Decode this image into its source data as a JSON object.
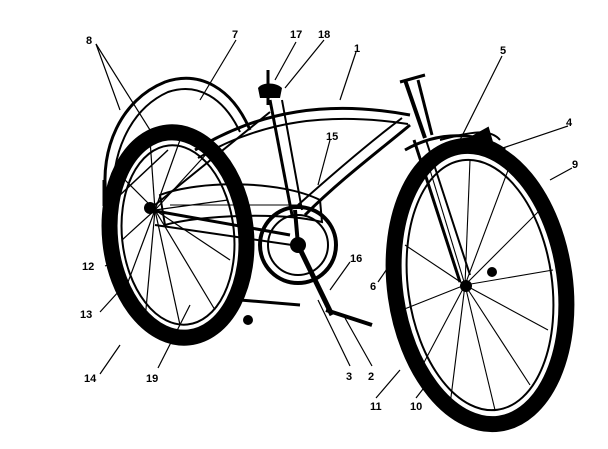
{
  "figure": {
    "subject": "bicycle-parts-diagram",
    "ink_color": "#000000",
    "paper_color": "#ffffff",
    "callouts": [
      {
        "id": "c8",
        "label": "8"
      },
      {
        "id": "c7",
        "label": "7"
      },
      {
        "id": "c17",
        "label": "17"
      },
      {
        "id": "c18",
        "label": "18"
      },
      {
        "id": "c1",
        "label": "1"
      },
      {
        "id": "c5",
        "label": "5"
      },
      {
        "id": "c15",
        "label": "15"
      },
      {
        "id": "c4",
        "label": "4"
      },
      {
        "id": "c9",
        "label": "9"
      },
      {
        "id": "c12",
        "label": "12"
      },
      {
        "id": "c16",
        "label": "16"
      },
      {
        "id": "c6",
        "label": "6"
      },
      {
        "id": "c13",
        "label": "13"
      },
      {
        "id": "c14",
        "label": "14"
      },
      {
        "id": "c19",
        "label": "19"
      },
      {
        "id": "c3",
        "label": "3"
      },
      {
        "id": "c2",
        "label": "2"
      },
      {
        "id": "c11",
        "label": "11"
      },
      {
        "id": "c10",
        "label": "10"
      }
    ]
  }
}
